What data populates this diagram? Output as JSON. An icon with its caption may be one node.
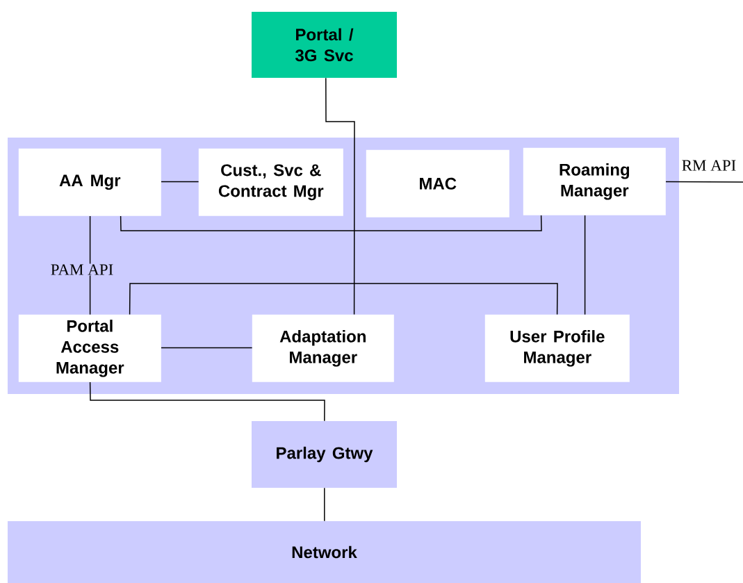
{
  "diagram": {
    "nodes": [
      {
        "text": [
          "Portal / 3G Svc"
        ]
      },
      {
        "text": [],
        "shape": "box"
      },
      {
        "text": [
          "AA Mgr"
        ],
        "in": 1
      },
      {
        "text": [
          "Cust., Svc & Contract Mgr"
        ],
        "in": 1
      },
      {
        "text": [
          "MAC"
        ],
        "in": 1
      },
      {
        "text": [
          "Roaming Manager"
        ],
        "in": 1
      },
      {
        "text": [
          "Portal Access Manager"
        ],
        "in": 1
      },
      {
        "text": [
          "Adaptation Manager"
        ],
        "in": 1
      },
      {
        "text": [
          "User Profile Manager"
        ],
        "in": 1
      },
      {
        "text": [
          "Parlay Gtwy"
        ]
      },
      {
        "text": [
          "Network"
        ]
      }
    ],
    "edges": [
      {
        "from": 0,
        "to": 7,
        "arrow": "none"
      },
      {
        "from": 2,
        "to": 3,
        "arrow": "none"
      },
      {
        "from": 2,
        "to": 5,
        "arrow": "none"
      },
      {
        "from": 2,
        "to": 6,
        "arrow": "none",
        "label": "PAM API"
      },
      {
        "from": 6,
        "to": 8,
        "arrow": "none"
      },
      {
        "from": 5,
        "to": 8,
        "arrow": "none"
      },
      {
        "from": 6,
        "to": 7,
        "arrow": "none"
      },
      {
        "from": 6,
        "to": 9,
        "arrow": "none"
      },
      {
        "from": 9,
        "to": 10,
        "arrow": "none"
      },
      {
        "from": 5,
        "to": null,
        "arrow": "none",
        "label": "RM API"
      }
    ]
  }
}
